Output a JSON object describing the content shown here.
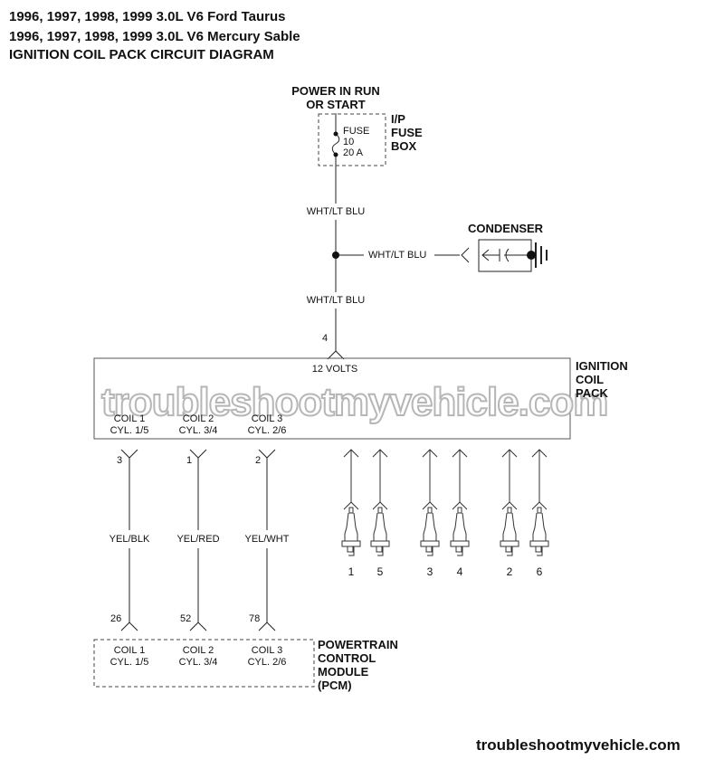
{
  "header": {
    "line1": "1996, 1997, 1998, 1999 3.0L V6 Ford Taurus",
    "line2": "1996, 1997, 1998, 1999 3.0L V6 Mercury Sable",
    "title": "IGNITION COIL PACK CIRCUIT DIAGRAM"
  },
  "power": {
    "line1": "POWER IN RUN",
    "line2": "OR START"
  },
  "fuse_box": {
    "label_lines": [
      "I/P",
      "FUSE",
      "BOX"
    ],
    "fuse_label": "FUSE",
    "fuse_number": "10",
    "fuse_rating": "20 A"
  },
  "wires": {
    "feed_upper": "WHT/LT BLU",
    "condenser_branch": "WHT/LT BLU",
    "feed_lower": "WHT/LT BLU",
    "coil1": "YEL/BLK",
    "coil2": "YEL/RED",
    "coil3": "YEL/WHT"
  },
  "condenser": {
    "label": "CONDENSER"
  },
  "coil_pack": {
    "label_lines": [
      "IGNITION",
      "COIL",
      "PACK"
    ],
    "voltage": "12 VOLTS",
    "feed_pin": "4",
    "coils": [
      {
        "name": "COIL 1",
        "cyl": "CYL. 1/5",
        "pin": "3"
      },
      {
        "name": "COIL 2",
        "cyl": "CYL. 3/4",
        "pin": "1"
      },
      {
        "name": "COIL 3",
        "cyl": "CYL. 2/6",
        "pin": "2"
      }
    ]
  },
  "spark_plugs": [
    "1",
    "5",
    "3",
    "4",
    "2",
    "6"
  ],
  "pcm": {
    "label_lines": [
      "POWERTRAIN",
      "CONTROL",
      "MODULE",
      "(PCM)"
    ],
    "coils": [
      {
        "name": "COIL 1",
        "cyl": "CYL. 1/5",
        "pin": "26"
      },
      {
        "name": "COIL 2",
        "cyl": "CYL. 3/4",
        "pin": "52"
      },
      {
        "name": "COIL 3",
        "cyl": "CYL. 2/6",
        "pin": "78"
      }
    ]
  },
  "watermark": "troubleshootmyvehicle.com",
  "footer": {
    "site": "troubleshootmyvehicle.com"
  }
}
